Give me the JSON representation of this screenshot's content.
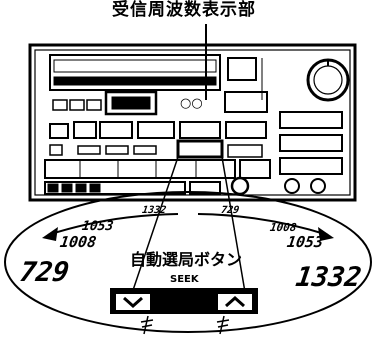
{
  "title": "受信周波数表示部",
  "button_label": "自動選局ボタン",
  "seek_label": "SEEK",
  "frequencies": {
    "left_big": "729",
    "left_1": "1008",
    "left_2": "1053",
    "left_3": "1332",
    "right_big": "1332",
    "right_1": "1053",
    "right_2": "1008",
    "right_3": "729"
  },
  "icons": {
    "down_button": "chevron-down-icon",
    "up_button": "chevron-up-icon"
  }
}
